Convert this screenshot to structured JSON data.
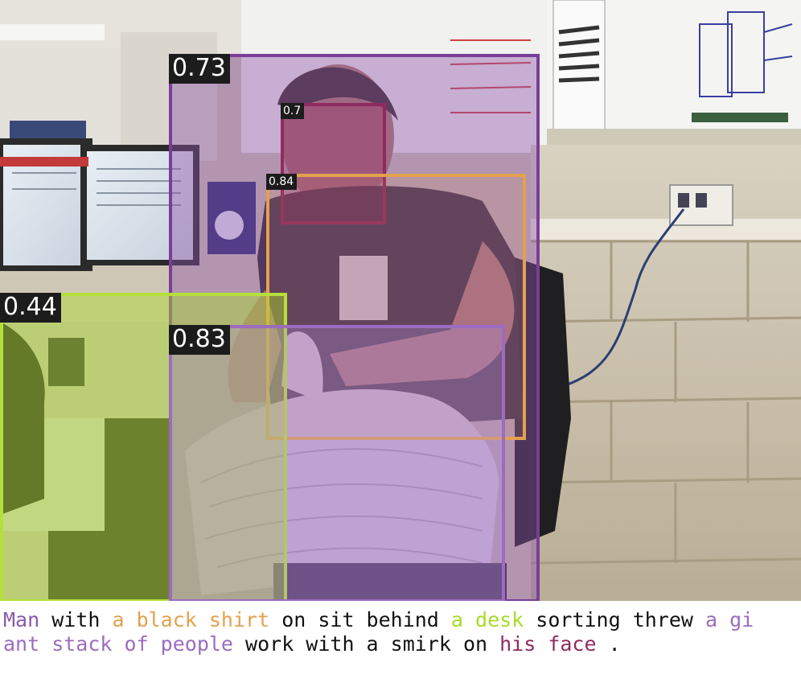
{
  "detections": [
    {
      "id": "man",
      "score": "0.73",
      "color": "#7a3e98",
      "fill": "rgba(140,80,170,0.42)"
    },
    {
      "id": "face",
      "score": "0.7",
      "color": "#8e2b5e",
      "fill": "rgba(150,40,100,0.28)"
    },
    {
      "id": "shirt",
      "score": "0.84",
      "color": "#e3a14e",
      "fill": "rgba(230,160,80,0.12)"
    },
    {
      "id": "desk",
      "score": "0.44",
      "color": "#b5e03a",
      "fill": "rgba(170,220,40,0.45)"
    },
    {
      "id": "stack",
      "score": "0.83",
      "color": "#9b6cc0",
      "fill": "rgba(175,140,220,0.30)"
    }
  ],
  "caption": [
    {
      "text": "Man",
      "color": "#8a5aa8"
    },
    {
      "text": " with ",
      "color": "#111111"
    },
    {
      "text": "a black shirt",
      "color": "#e3a14e"
    },
    {
      "text": " on sit behind ",
      "color": "#111111"
    },
    {
      "text": "a desk",
      "color": "#a8dc28"
    },
    {
      "text": " sorting threw ",
      "color": "#111111"
    },
    {
      "text": "a gi",
      "color": "#9b6cc0"
    },
    {
      "text": "\nant stack of people",
      "color": "#9b6cc0"
    },
    {
      "text": " work with a smirk on ",
      "color": "#111111"
    },
    {
      "text": "his face",
      "color": "#8e2b5e"
    },
    {
      "text": " .",
      "color": "#111111"
    }
  ]
}
